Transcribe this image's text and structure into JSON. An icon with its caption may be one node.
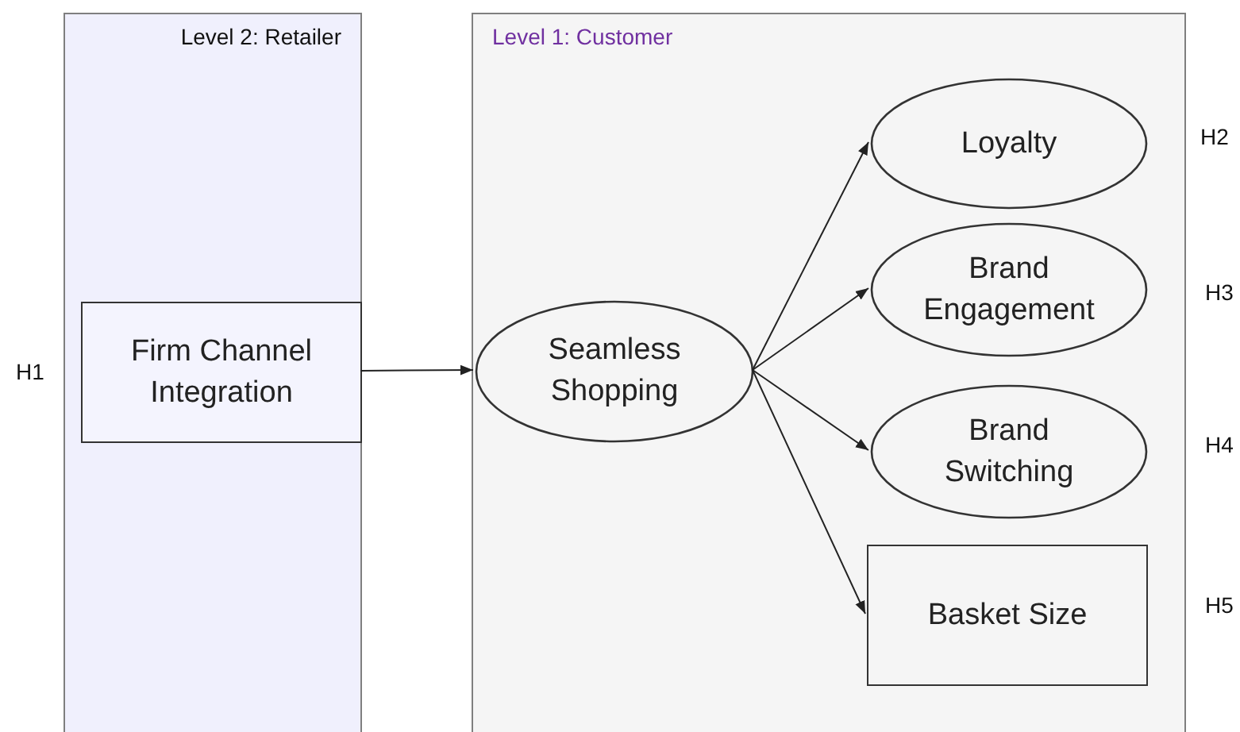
{
  "diagram": {
    "nodes": [
      {
        "text": [
          "Level 2: Retailer"
        ]
      },
      {
        "text": [
          "Level 1: Customer"
        ]
      },
      {
        "text": [
          "Firm Channel Integration"
        ],
        "in": 0
      },
      {
        "text": [
          "Seamless Shopping"
        ],
        "in": 1
      },
      {
        "text": [
          "Loyalty"
        ],
        "in": 1
      },
      {
        "text": [
          "Brand Engagement"
        ],
        "in": 1
      },
      {
        "text": [
          "Brand Switching"
        ],
        "in": 1
      },
      {
        "text": [
          "Basket Size"
        ],
        "in": 1
      }
    ],
    "edges": [
      {
        "from": 2,
        "to": 3,
        "arrow": "to"
      },
      {
        "from": 3,
        "to": 4,
        "arrow": "to"
      },
      {
        "from": 3,
        "to": 5,
        "arrow": "to"
      },
      {
        "from": 3,
        "to": 6,
        "arrow": "to"
      },
      {
        "from": 3,
        "to": 7,
        "arrow": "to"
      }
    ],
    "labels": [
      "H2",
      "H3",
      "H1",
      "H4",
      "H5"
    ]
  }
}
